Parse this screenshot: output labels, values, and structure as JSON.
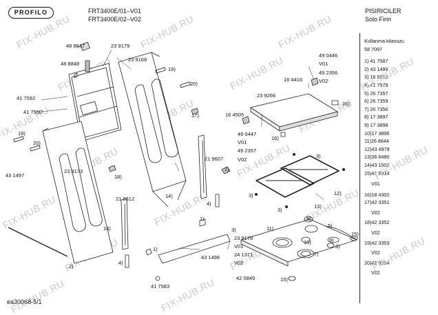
{
  "header": {
    "logo": "PROFILO",
    "model_line_1": "FRT3400E/01–V01",
    "model_line_2": "FRT3400E/02–V02",
    "category": "PISIRICILER",
    "subcategory": "Solo Firin"
  },
  "watermark": "FIX-HUB.RU",
  "footer_code": "ea30068-5/1",
  "parts_list": [
    "Kullanma kilavuzu",
    "58 7097",
    "",
    "1) 41 7587",
    "2) 43 1499",
    "3) 16 8053",
    "4) 41 7579",
    "5) 26 7357",
    "6) 26 7359",
    "7) 26 7356",
    "8) 17 3897",
    "9) 17 3898",
    "10)17 3896",
    "11)26 8644",
    "12)43 4979",
    "13)36 6480",
    "14)43 1502",
    "15)41 6914",
    "V01",
    "16)18 4302",
    "17)42 3351",
    "V02",
    "18)42 3352",
    "V02",
    "19)42 3353",
    "V02",
    "20)42 3354",
    "V02"
  ],
  "callouts": [
    "48 8847",
    "23 9179",
    "48 8848",
    "23 9168",
    "19)",
    "20)",
    "17)",
    "41 7592",
    "41 7590",
    "19)",
    "20)",
    "43 1497",
    "23 9173",
    "18)",
    "2)",
    "49 0446",
    "V01",
    "49 2356",
    "V02",
    "16 4416",
    "23 9266",
    "16)",
    "16 4505",
    "49 0447",
    "V01",
    "49 2357",
    "V02",
    "16)",
    "21 9607",
    "2)",
    "14)",
    "4)",
    "21 9612",
    "14)",
    "1)",
    "4)",
    "3)",
    "1)",
    "23 9178",
    "V01",
    "24 1371",
    "V02",
    "43 1496",
    "41 7583",
    "42 0849",
    "15)",
    "3)",
    "12)",
    "3)",
    "3)",
    "13)",
    "5)",
    "11)",
    "8)",
    "10)",
    "9)",
    "6)",
    "7)",
    "15)"
  ]
}
